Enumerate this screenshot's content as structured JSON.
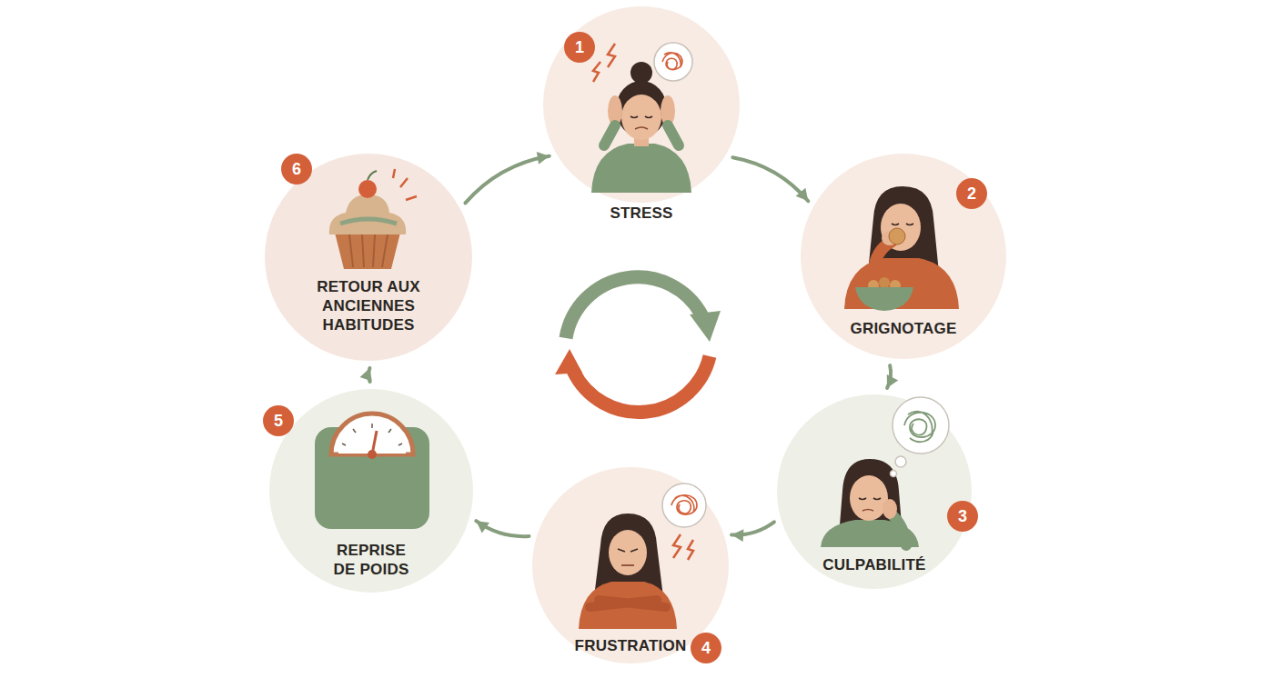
{
  "diagram": {
    "nodes": [
      {
        "text": [
          "1",
          "STRESS"
        ]
      },
      {
        "text": [
          "2",
          "GRIGNOTAGE"
        ]
      },
      {
        "text": [
          "3",
          "CULPABILITÉ"
        ]
      },
      {
        "text": [
          "4",
          "FRUSTRATION"
        ]
      },
      {
        "text": [
          "5",
          "REPRISE DE POIDS"
        ]
      },
      {
        "text": [
          "6",
          "RETOUR AUX ANCIENNES HABITUDES"
        ]
      }
    ],
    "edges": [
      {
        "from": 0,
        "to": 1,
        "arrow": "to"
      },
      {
        "from": 1,
        "to": 2,
        "arrow": "to"
      },
      {
        "from": 2,
        "to": 3,
        "arrow": "to"
      },
      {
        "from": 3,
        "to": 4,
        "arrow": "to"
      },
      {
        "from": 4,
        "to": 5,
        "arrow": "to"
      },
      {
        "from": 5,
        "to": 0,
        "arrow": "to"
      }
    ]
  }
}
